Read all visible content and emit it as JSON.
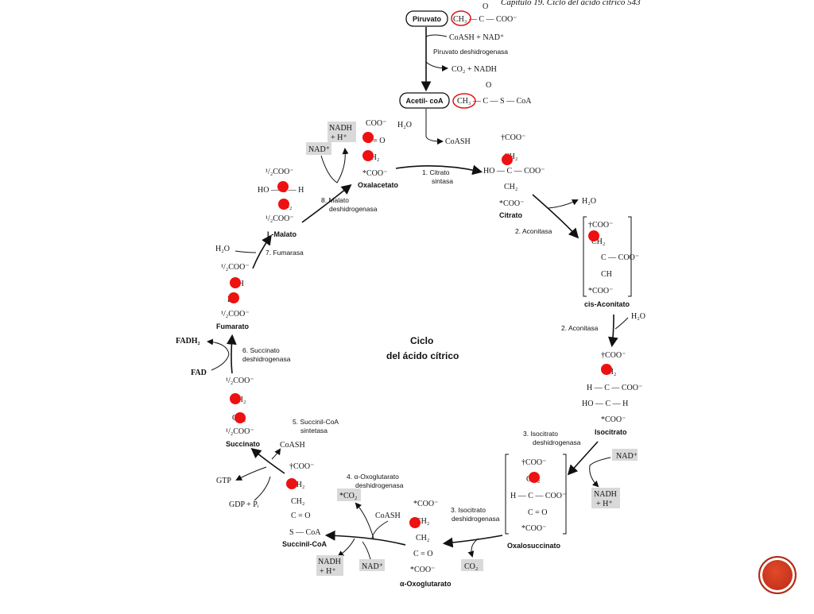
{
  "header": {
    "text": "Capítulo 19. Ciclo del ácido cítrico 543"
  },
  "center": {
    "title": "Ciclo",
    "subtitle": "del ácido cítrico"
  },
  "molecules": {
    "piruvato": "Piruvato",
    "acetil": "Acetil- coA",
    "citrato": "Citrato",
    "cis": "cis-Aconitato",
    "isocitrato": "Isocitrato",
    "oxalosuccinato": "Oxalosuccinato",
    "oxoglutarato": "α-Oxoglutarato",
    "succinilcoa": "Succinil-CoA",
    "succinato": "Succinato",
    "fumarato": "Fumarato",
    "malato": "L-Malato",
    "oxalacetato": "Oxalacetato"
  },
  "enzymes": {
    "pdh": "Piruvato deshidrogenasa",
    "e1": [
      "1. Citrato",
      "sintasa"
    ],
    "e2a": "2. Aconitasa",
    "e2b": "2. Aconitasa",
    "e3a": [
      "3. Isocitrato",
      "deshidrogenasa"
    ],
    "e3b": [
      "3. Isocitrato",
      "deshidrogenasa"
    ],
    "e4": [
      "4. α-Oxoglutarato",
      "deshidrogenasa"
    ],
    "e5": [
      "5. Succinil-CoA",
      "sintetasa"
    ],
    "e6": [
      "6. Succinato",
      "deshidrogenasa"
    ],
    "e7": "7. Fumarasa",
    "e8": [
      "8. Malato",
      "deshidrogenasa"
    ]
  },
  "cofactors": {
    "coash_nad": "CoASH + NAD⁺",
    "co2_nadh": "CO₂ + NADH",
    "h2o_1": "H₂O",
    "coash_1": "CoASH",
    "h2o_2": "H₂O",
    "h2o_3": "H₂O",
    "nad_1": "NAD⁺",
    "nadh_1": [
      "NADH",
      "+ H⁺"
    ],
    "co2_1": "CO₂",
    "coash_2": "CoASH",
    "co2_2": "*CO₂",
    "nadh_2": [
      "NADH",
      "+ H⁺"
    ],
    "nad_2": "NAD⁺",
    "coash_3": "CoASH",
    "gtp": "GTP",
    "gdp": "GDP + Pᵢ",
    "fad": "FAD",
    "fadh2": "FADH₂",
    "h2o_4": "H₂O",
    "nad_3": "NAD⁺",
    "nadh_3": [
      "NADH",
      "+ H⁺"
    ]
  },
  "formulas": {
    "piruvato": "CH₃ — C — COO⁻",
    "acetil": "CH₃ — C — S — CoA",
    "citrato": [
      "†COO⁻",
      "CH₂",
      "HO — C — COO⁻",
      "CH₂",
      "*COO⁻"
    ],
    "cis": [
      "†COO⁻",
      "CH₂",
      "C — COO⁻",
      "CH",
      "*COO⁻"
    ],
    "isocitrato": [
      "†COO⁻",
      "CH₂",
      "H — C — COO⁻",
      "HO — C — H",
      "*COO⁻"
    ],
    "oxalosuccinato": [
      "†COO⁻",
      "CH₂",
      "H — C — COO⁻",
      "C = O",
      "*COO⁻"
    ],
    "oxoglutarato": [
      "*COO⁻",
      "CH₂",
      "CH₂",
      "C = O",
      "*COO⁻"
    ],
    "succinilcoa": [
      "†COO⁻",
      "CH₂",
      "CH₂",
      "C = O",
      "S — CoA"
    ],
    "succinato": [
      "¹/₂COO⁻",
      "CH₂",
      "CH₂",
      "¹/₂COO⁻"
    ],
    "fumarato": [
      "¹/₂COO⁻",
      "CH",
      "HC",
      "¹/₂COO⁻"
    ],
    "malato": [
      "¹/₂COO⁻",
      "HO — C — H",
      "CH₂",
      "¹/₂COO⁻"
    ],
    "oxalacetato": [
      "COO⁻",
      "C = O",
      "CH₂",
      "*COO⁻"
    ]
  },
  "colors": {
    "dot": "#ee1111",
    "box": "#d9d9d9",
    "nav": "#c8351c"
  },
  "icons": {
    "nav": "circle-nav-icon"
  }
}
